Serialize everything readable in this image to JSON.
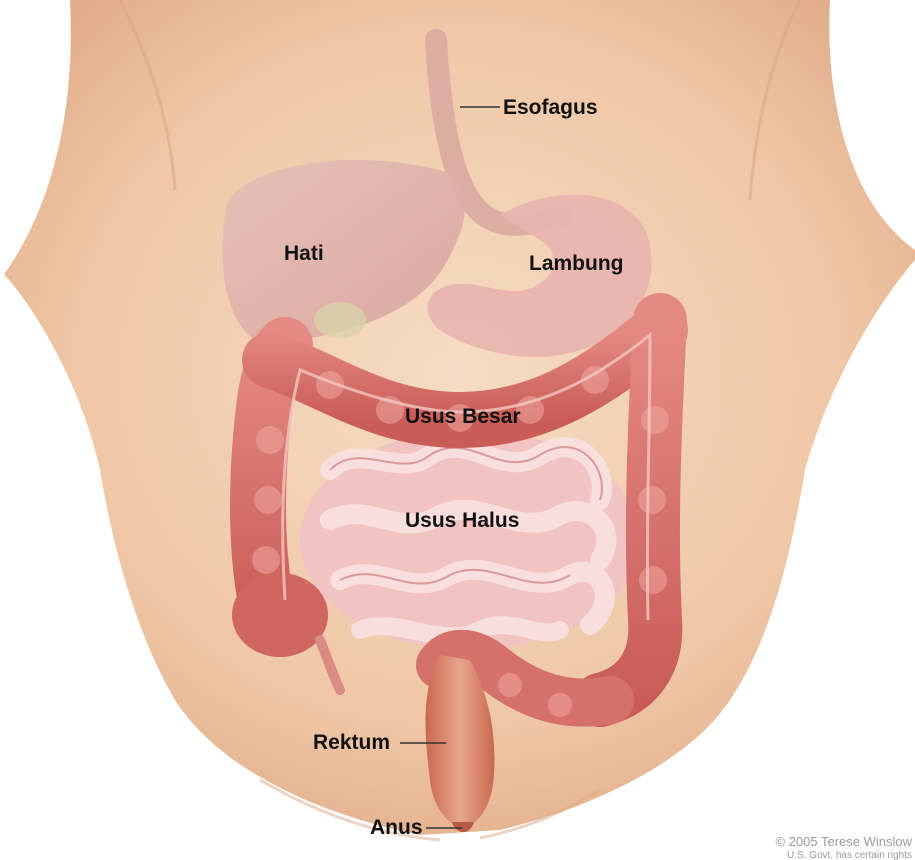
{
  "labels": {
    "esophagus": "Esofagus",
    "liver": "Hati",
    "stomach": "Lambung",
    "large_intestine": "Usus Besar",
    "small_intestine": "Usus Halus",
    "rectum": "Rektum",
    "anus": "Anus"
  },
  "credit": {
    "line1": "© 2005 Terese Winslow",
    "line2": "U.S. Govt. has certain rights"
  },
  "colors": {
    "skin": "#f3d2b4",
    "skin_shadow": "#e1b08d",
    "organ_pink": "#dba4a0",
    "colon": "#d46f68",
    "colon_light": "#f0a7a0",
    "small_intestine": "#f3c6c6",
    "rectum": "#d9826b"
  }
}
